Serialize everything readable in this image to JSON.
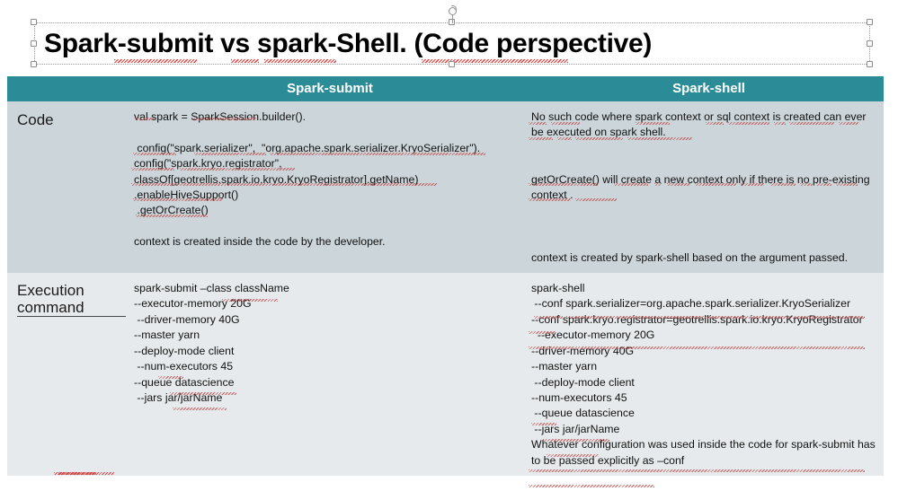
{
  "slide": {
    "title": "Spark-submit vs spark-Shell. (Code perspective)",
    "background_color": "#ffffff"
  },
  "selection": {
    "shape_name": "title-textbox",
    "state": "selected",
    "handle_count": 8,
    "has_rotation_handle": true
  },
  "table": {
    "header_background": "#2b8b96",
    "header_text_color": "#ffffff",
    "row1_background": "#ccd5d9",
    "row2_background": "#e7eaec",
    "headers": [
      "",
      "Spark-submit",
      "Spark-shell"
    ],
    "rows": [
      {
        "label": "Code",
        "spark_submit": "val spark = SparkSession.builder().\n\n config(\"spark.serializer\",  \"org.apache.spark.serializer.KryoSerializer\").\nconfig(\"spark.kryo.registrator\",\nclassOf[geotrellis.spark.io.kryo.KryoRegistrator].getName)\n.enableHiveSupport()\n .getOrCreate()\n\ncontext is created inside the code by the developer.",
        "spark_shell": "No such code where spark context or sql context is created can ever be executed on spark shell.\n\n\ngetOrCreate() will create a new context only if there is no pre-existing context .\n\n\n\ncontext is created by spark-shell based on the argument passed."
      },
      {
        "label": "Execution command",
        "spark_submit": "spark-submit –class className\n--executor-memory 20G\n --driver-memory 40G\n--master yarn\n--deploy-mode client\n --num-executors 45\n--queue datascience\n --jars jar/jarName",
        "spark_shell": "spark-shell\n --conf spark.serializer=org.apache.spark.serializer.KryoSerializer\n--conf spark.kryo.registrator=geotrellis.spark.io.kryo.KryoRegistrator\n  --executor-memory 20G\n--driver-memory 40G\n--master yarn\n --deploy-mode client\n--num-executors 45\n --queue datascience\n --jars jar/jarName\nWhatever configuration was used inside the code for spark-submit has to be passed explicitly as –conf"
      }
    ]
  }
}
